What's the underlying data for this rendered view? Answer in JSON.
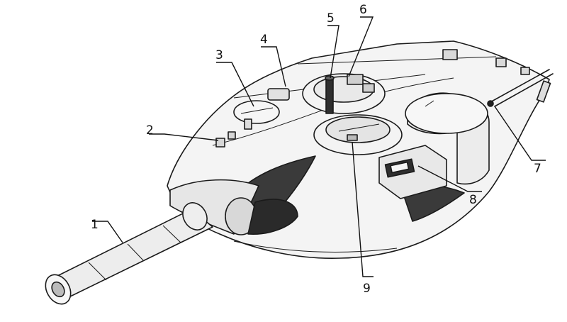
{
  "diagram": {
    "callouts": [
      "1",
      "2",
      "3",
      "4",
      "5",
      "6",
      "7",
      "8",
      "9"
    ]
  },
  "colors": {
    "ink": "#1a1a1a",
    "paper": "#ffffff",
    "shade": "#3a3a3a",
    "light_shade": "#cfcfcf"
  }
}
